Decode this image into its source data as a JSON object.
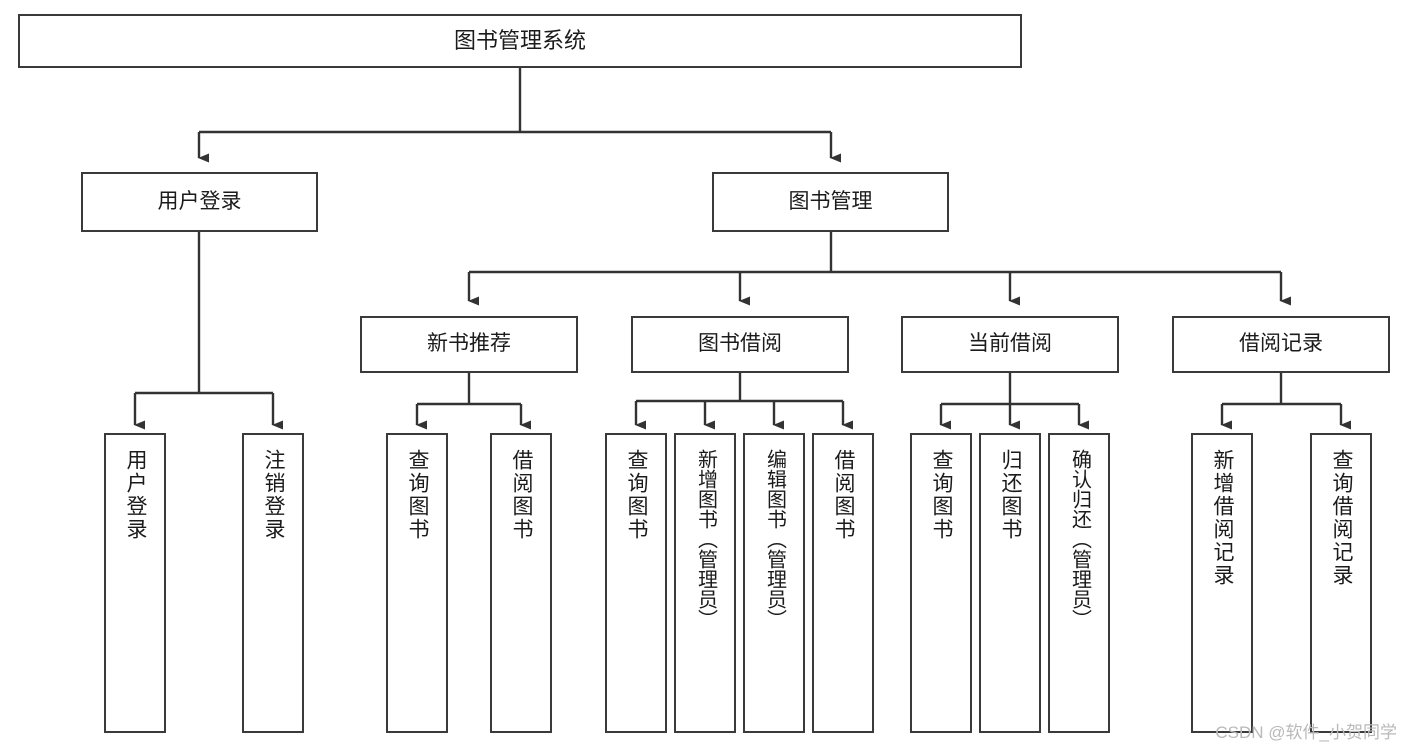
{
  "diagram": {
    "title": "图书管理系统",
    "type": "functional-structure-tree",
    "orientation": "top-down",
    "colors": {
      "box_border": "#3a3a3a",
      "box_fill": "#ffffff",
      "connector": "#333333",
      "text": "#1b1b1b",
      "watermark": "#b9b9b9",
      "background": "#ffffff"
    }
  },
  "nodes": {
    "root": {
      "label": "图书管理系统"
    },
    "level1": [
      {
        "id": "user-login",
        "label": "用户登录"
      },
      {
        "id": "book-manage",
        "label": "图书管理"
      }
    ],
    "level2": [
      {
        "id": "new-book-recommend",
        "label": "新书推荐"
      },
      {
        "id": "book-borrow",
        "label": "图书借阅"
      },
      {
        "id": "current-borrow",
        "label": "当前借阅"
      },
      {
        "id": "borrow-record",
        "label": "借阅记录"
      }
    ],
    "leaves": {
      "user_login": [
        {
          "id": "leaf-user-login",
          "label": "用户登录"
        },
        {
          "id": "leaf-logout-login",
          "label": "注销登录"
        }
      ],
      "new_book_recommend": [
        {
          "id": "leaf-query-book-1",
          "label": "查询图书"
        },
        {
          "id": "leaf-borrow-book-1",
          "label": "借阅图书"
        }
      ],
      "book_borrow": [
        {
          "id": "leaf-query-book-2",
          "label": "查询图书"
        },
        {
          "id": "leaf-add-book",
          "label": "新增图书（管理员）"
        },
        {
          "id": "leaf-edit-book",
          "label": "编辑图书（管理员）"
        },
        {
          "id": "leaf-borrow-book-2",
          "label": "借阅图书"
        }
      ],
      "current_borrow": [
        {
          "id": "leaf-query-book-3",
          "label": "查询图书"
        },
        {
          "id": "leaf-return-book",
          "label": "归还图书"
        },
        {
          "id": "leaf-confirm-return",
          "label": "确认归还（管理员）"
        }
      ],
      "borrow_record": [
        {
          "id": "leaf-add-record",
          "label": "新增借阅记录"
        },
        {
          "id": "leaf-query-record",
          "label": "查询借阅记录"
        }
      ]
    }
  },
  "watermark": {
    "text": "CSDN @软件_小贺同学"
  }
}
